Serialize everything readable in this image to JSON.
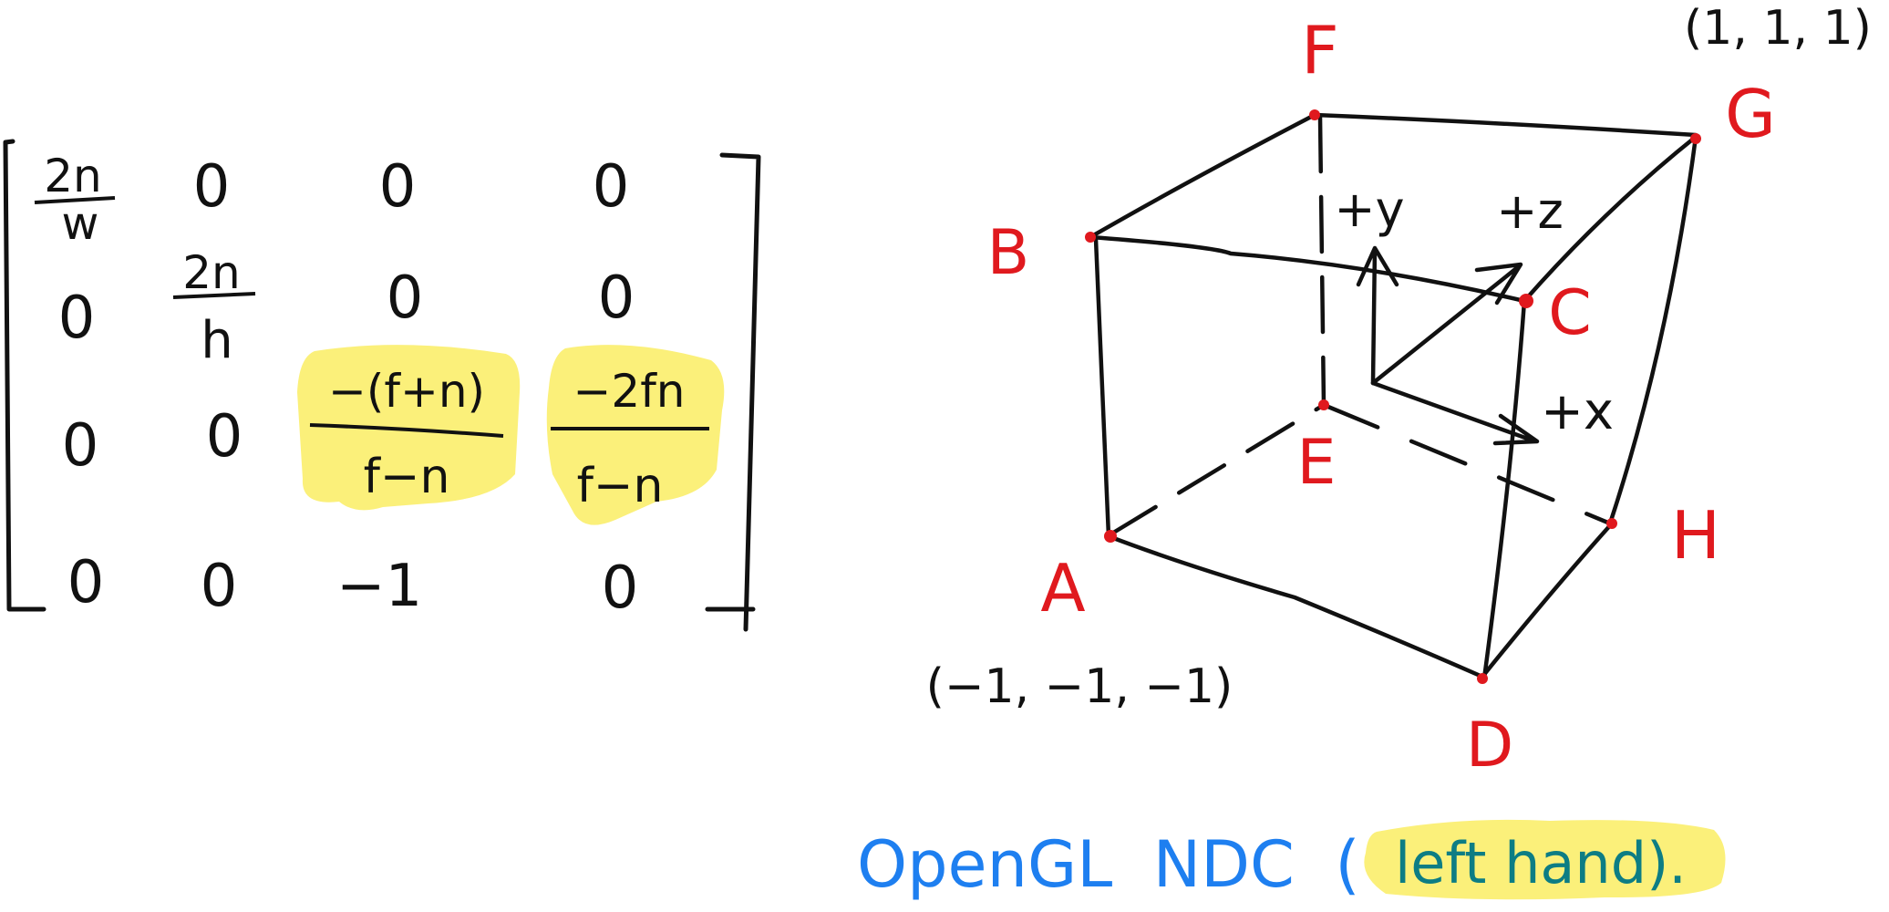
{
  "colors": {
    "ink": "#111111",
    "vertex": "#e0191e",
    "caption": "#1e7ff0",
    "caption_highlight_text": "#0d7d84",
    "highlight": "#fbf07a"
  },
  "matrix": {
    "rows": [
      [
        {
          "num": "2n",
          "den": "w"
        },
        "0",
        "0",
        "0"
      ],
      [
        "0",
        {
          "num": "2n",
          "den": "h"
        },
        "0",
        "0"
      ],
      [
        "0",
        "0",
        {
          "num": "−(f+n)",
          "den": "f−n",
          "highlight": true
        },
        {
          "num": "−2fn",
          "den": "f−n",
          "highlight": true
        }
      ],
      [
        "0",
        "0",
        "−1",
        "0"
      ]
    ]
  },
  "cube": {
    "vertices": {
      "A": "A",
      "B": "B",
      "C": "C",
      "D": "D",
      "E": "E",
      "F": "F",
      "G": "G",
      "H": "H"
    },
    "coord_min": "(−1, −1, −1)",
    "coord_max": "(1, 1, 1)",
    "axes": {
      "x": "+x",
      "y": "+y",
      "z": "+z"
    }
  },
  "caption": {
    "main": "OpenGL  NDC  (",
    "highlighted": "left hand).",
    "highlight_part": "left hand"
  }
}
